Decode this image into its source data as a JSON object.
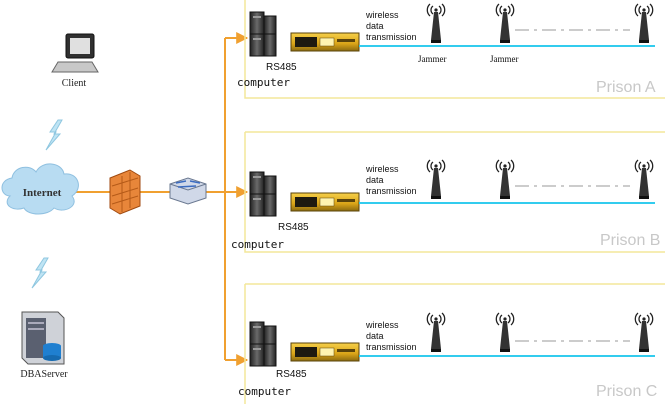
{
  "left": {
    "client_label": "Client",
    "internet_label": "Internet",
    "server_label": "DBAServer"
  },
  "prisons": [
    {
      "title": "Prison A",
      "computer_label": "computer",
      "rs485_label": "RS485",
      "wireless_lines": [
        "wireless",
        "data",
        "transmission"
      ],
      "jammer_labels": [
        "Jammer",
        "Jammer"
      ]
    },
    {
      "title": "Prison B",
      "computer_label": "computer",
      "rs485_label": "RS485",
      "wireless_lines": [
        "wireless",
        "data",
        "transmission"
      ],
      "jammer_labels": []
    },
    {
      "title": "Prison C",
      "computer_label": "computer",
      "rs485_label": "RS485",
      "wireless_lines": [
        "wireless",
        "data",
        "transmission"
      ],
      "jammer_labels": []
    }
  ],
  "colors": {
    "orange_link": "#f0a030",
    "cyan_link": "#33ccee",
    "zone_border": "#f4e79a",
    "prison_title": "#c8c8c8",
    "cloud": "#b8dcf2",
    "firewall": "#e8863a",
    "device_gold": "#e0b020"
  }
}
